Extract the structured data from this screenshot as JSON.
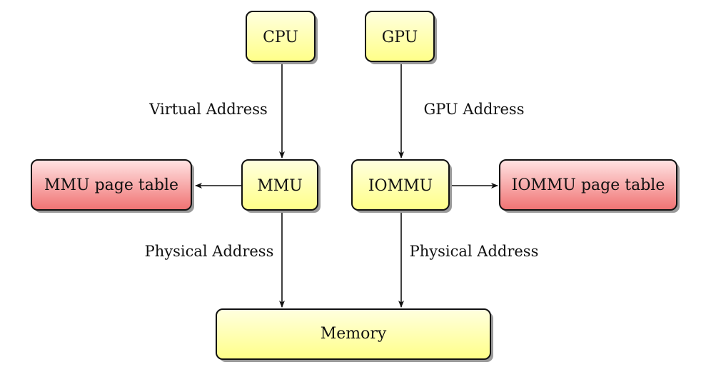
{
  "colors": {
    "yellow_top": "#ffffe0",
    "yellow_bottom": "#ffff88",
    "red_top": "#ffe0e0",
    "red_bottom": "#f07070",
    "stroke": "#111111",
    "shadow": "#9a9a9a"
  },
  "nodes": {
    "cpu": "CPU",
    "gpu": "GPU",
    "mmu": "MMU",
    "iommu": "IOMMU",
    "mmu_page_table": "MMU page table",
    "iommu_page_table": "IOMMU page table",
    "memory": "Memory"
  },
  "edges": {
    "cpu_to_mmu": "Virtual Address",
    "gpu_to_iommu": "GPU Address",
    "mmu_to_memory": "Physical Address",
    "iommu_to_memory": "Physical Address"
  }
}
